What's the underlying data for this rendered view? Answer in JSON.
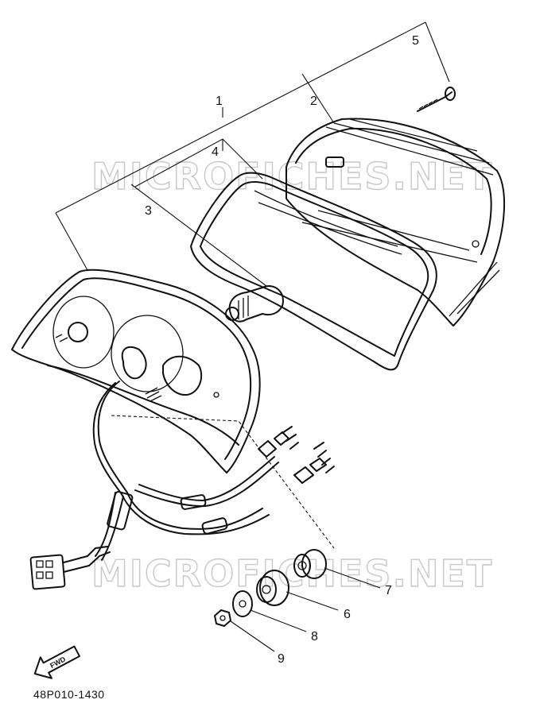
{
  "watermark": "MICROFICHES.NET",
  "diagram_code": "48P010-1430",
  "direction_arrow": {
    "label": "FWD",
    "icon": "forward-arrow-icon"
  },
  "callouts": [
    {
      "id": "1",
      "label": "1"
    },
    {
      "id": "2",
      "label": "2"
    },
    {
      "id": "3",
      "label": "3"
    },
    {
      "id": "4",
      "label": "4"
    },
    {
      "id": "5",
      "label": "5"
    },
    {
      "id": "6",
      "label": "6"
    },
    {
      "id": "7",
      "label": "7"
    },
    {
      "id": "8",
      "label": "8"
    },
    {
      "id": "9",
      "label": "9"
    }
  ]
}
